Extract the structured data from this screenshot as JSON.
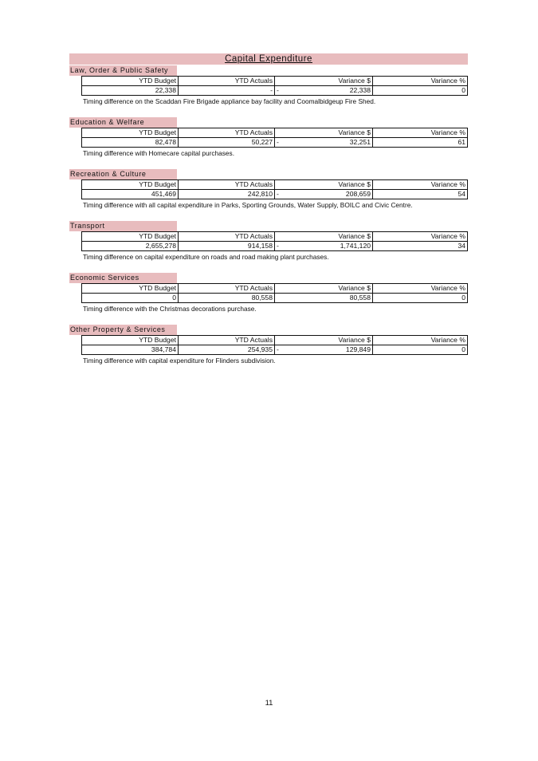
{
  "title": "Capital Expenditure",
  "headers": [
    "YTD Budget",
    "YTD Actuals",
    "Variance $",
    "Variance %"
  ],
  "sections": [
    {
      "label": "Law, Order & Public Safety",
      "budget": "22,338",
      "actuals": "-",
      "variance_sign": "-",
      "variance": "22,338",
      "variance_pct": "0",
      "note": "Timing difference on the Scaddan Fire Brigade appliance bay facility and Coomalbidgeup Fire Shed."
    },
    {
      "label": "Education & Welfare",
      "budget": "82,478",
      "actuals": "50,227",
      "variance_sign": "-",
      "variance": "32,251",
      "variance_pct": "61",
      "note": "Timing difference with Homecare capital purchases."
    },
    {
      "label": "Recreation & Culture",
      "budget": "451,469",
      "actuals": "242,810",
      "variance_sign": "-",
      "variance": "208,659",
      "variance_pct": "54",
      "note": "Timing difference with all capital expenditure in Parks, Sporting Grounds, Water Supply, BOILC and Civic Centre."
    },
    {
      "label": "Transport",
      "budget": "2,655,278",
      "actuals": "914,158",
      "variance_sign": "-",
      "variance": "1,741,120",
      "variance_pct": "34",
      "note": "Timing difference on capital expenditure on roads and road making plant purchases."
    },
    {
      "label": "Economic Services",
      "budget": "0",
      "actuals": "80,558",
      "variance_sign": "",
      "variance": "80,558",
      "variance_pct": "0",
      "note": "Timing difference with the Christmas decorations purchase."
    },
    {
      "label": "Other Property & Services",
      "budget": "384,784",
      "actuals": "254,935",
      "variance_sign": "-",
      "variance": "129,849",
      "variance_pct": "0",
      "note": "Timing difference with capital expenditure for Flinders subdivision."
    }
  ],
  "page_number": "11"
}
